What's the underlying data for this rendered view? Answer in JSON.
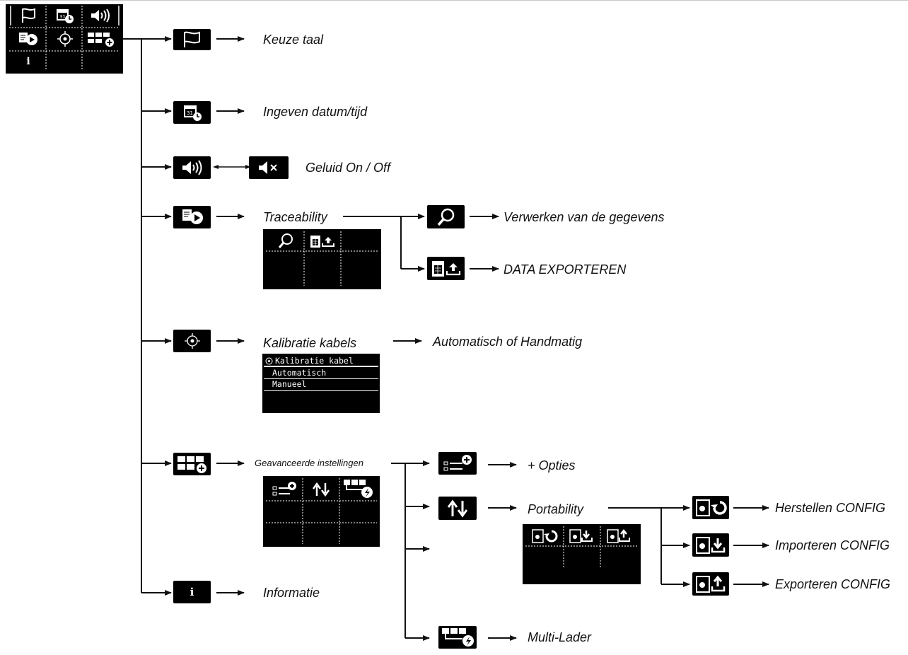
{
  "main_menu": {
    "icons": [
      "flag-icon",
      "calendar-clock-icon",
      "speaker-icon",
      "traceability-icon",
      "calibration-icon",
      "advanced-settings-icon",
      "info-icon"
    ]
  },
  "branches": {
    "language": {
      "label": "Keuze taal"
    },
    "datetime": {
      "label": "Ingeven datum/tijd"
    },
    "sound": {
      "label": "Geluid On / Off"
    },
    "traceability": {
      "label": "Traceability",
      "process": {
        "label": "Verwerken van de gegevens"
      },
      "export": {
        "label": "DATA EXPORTEREN"
      }
    },
    "calibration": {
      "label": "Kalibratie kabels",
      "result": "Automatisch of Handmatig",
      "screen": {
        "title": "Kalibratie kabel",
        "items": [
          "Automatisch",
          "Manueel"
        ]
      }
    },
    "advanced": {
      "label": "Geavanceerde instellingen",
      "options": {
        "label": "+ Opties"
      },
      "portability": {
        "label": "Portability",
        "restore": {
          "label": "Herstellen CONFIG"
        },
        "import": {
          "label": "Importeren CONFIG"
        },
        "export": {
          "label": "Exporteren CONFIG"
        }
      },
      "multi": {
        "label": "Multi-Lader"
      }
    },
    "info": {
      "label": "Informatie"
    }
  }
}
